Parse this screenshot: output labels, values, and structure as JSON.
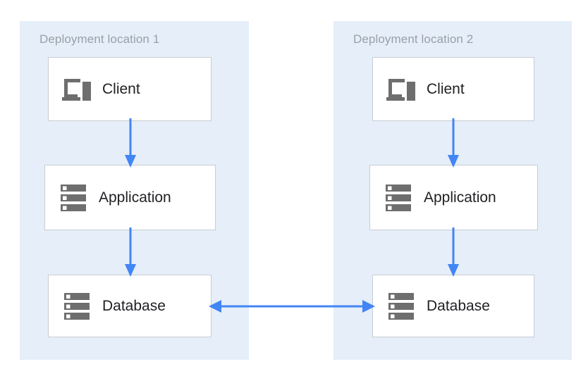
{
  "diagram": {
    "title_hidden": "",
    "colors": {
      "zone_background": "#e5eef9",
      "node_background": "#ffffff",
      "node_border": "#c8cdd2",
      "zone_title_text": "#9aa0a6",
      "node_label_text": "#202124",
      "icon_gray": "#6e6e6e",
      "arrow_blue": "#4285f4"
    },
    "zones": [
      {
        "id": "deployment-location-1",
        "title": "Deployment location 1",
        "nodes": [
          {
            "id": "client-1",
            "label": "Client",
            "icon": "devices-icon"
          },
          {
            "id": "application-1",
            "label": "Application",
            "icon": "server-stack-icon"
          },
          {
            "id": "database-1",
            "label": "Database",
            "icon": "server-stack-icon"
          }
        ]
      },
      {
        "id": "deployment-location-2",
        "title": "Deployment location 2",
        "nodes": [
          {
            "id": "client-2",
            "label": "Client",
            "icon": "devices-icon"
          },
          {
            "id": "application-2",
            "label": "Application",
            "icon": "server-stack-icon"
          },
          {
            "id": "database-2",
            "label": "Database",
            "icon": "server-stack-icon"
          }
        ]
      }
    ],
    "connectors": [
      {
        "id": "client-to-application-1",
        "from": "client-1",
        "to": "application-1",
        "direction": "down",
        "color": "#4285f4"
      },
      {
        "id": "application-to-database-1",
        "from": "application-1",
        "to": "database-1",
        "direction": "down",
        "color": "#4285f4"
      },
      {
        "id": "client-to-application-2",
        "from": "client-2",
        "to": "application-2",
        "direction": "down",
        "color": "#4285f4"
      },
      {
        "id": "application-to-database-2",
        "from": "application-2",
        "to": "database-2",
        "direction": "down",
        "color": "#4285f4"
      },
      {
        "id": "database-to-database",
        "from": "database-1",
        "to": "database-2",
        "direction": "bidirectional",
        "color": "#4285f4"
      }
    ]
  }
}
